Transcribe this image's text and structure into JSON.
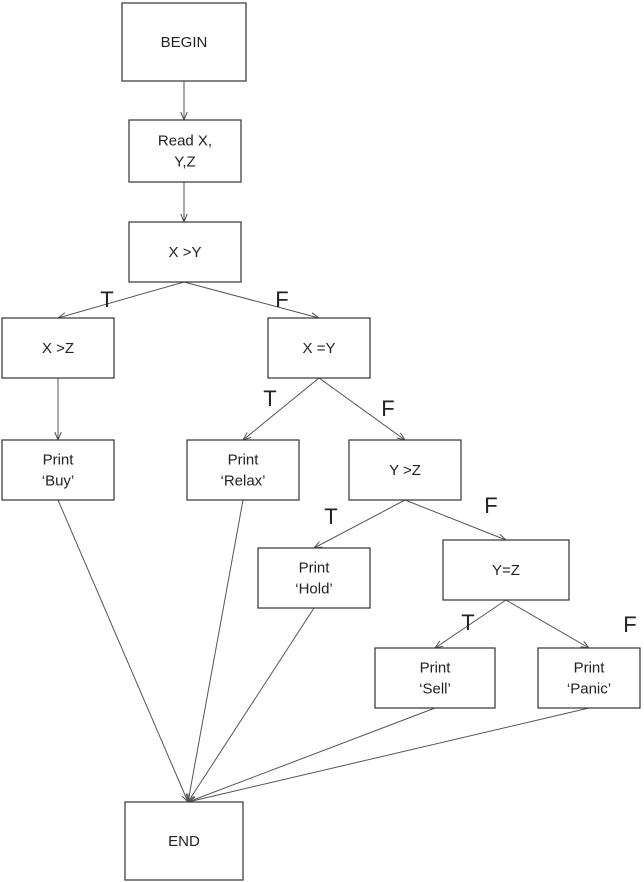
{
  "flowchart": {
    "nodes": {
      "begin": {
        "lines": [
          "BEGIN"
        ]
      },
      "read": {
        "lines": [
          "Read X,",
          "Y,Z"
        ]
      },
      "x_gt_y": {
        "lines": [
          "X >Y"
        ]
      },
      "x_gt_z": {
        "lines": [
          "X >Z"
        ]
      },
      "x_eq_y": {
        "lines": [
          "X =Y"
        ]
      },
      "print_buy": {
        "lines": [
          "Print",
          "‘Buy’"
        ]
      },
      "print_relax": {
        "lines": [
          "Print",
          "‘Relax’"
        ]
      },
      "y_gt_z": {
        "lines": [
          "Y >Z"
        ]
      },
      "print_hold": {
        "lines": [
          "Print",
          "‘Hold’"
        ]
      },
      "y_eq_z": {
        "lines": [
          "Y=Z"
        ]
      },
      "print_sell": {
        "lines": [
          "Print",
          "‘Sell’"
        ]
      },
      "print_panic": {
        "lines": [
          "Print",
          "‘Panic’"
        ]
      },
      "end": {
        "lines": [
          "END"
        ]
      }
    },
    "edges": [
      {
        "from": "begin",
        "to": "read"
      },
      {
        "from": "read",
        "to": "x_gt_y"
      },
      {
        "from": "x_gt_y",
        "to": "x_gt_z",
        "label": "T"
      },
      {
        "from": "x_gt_y",
        "to": "x_eq_y",
        "label": "F"
      },
      {
        "from": "x_gt_z",
        "to": "print_buy"
      },
      {
        "from": "x_eq_y",
        "to": "print_relax",
        "label": "T"
      },
      {
        "from": "x_eq_y",
        "to": "y_gt_z",
        "label": "F"
      },
      {
        "from": "y_gt_z",
        "to": "print_hold",
        "label": "T"
      },
      {
        "from": "y_gt_z",
        "to": "y_eq_z",
        "label": "F"
      },
      {
        "from": "y_eq_z",
        "to": "print_sell",
        "label": "T"
      },
      {
        "from": "y_eq_z",
        "to": "print_panic",
        "label": "F"
      },
      {
        "from": "print_buy",
        "to": "end"
      },
      {
        "from": "print_relax",
        "to": "end"
      },
      {
        "from": "print_hold",
        "to": "end"
      },
      {
        "from": "print_sell",
        "to": "end"
      },
      {
        "from": "print_panic",
        "to": "end"
      }
    ]
  }
}
